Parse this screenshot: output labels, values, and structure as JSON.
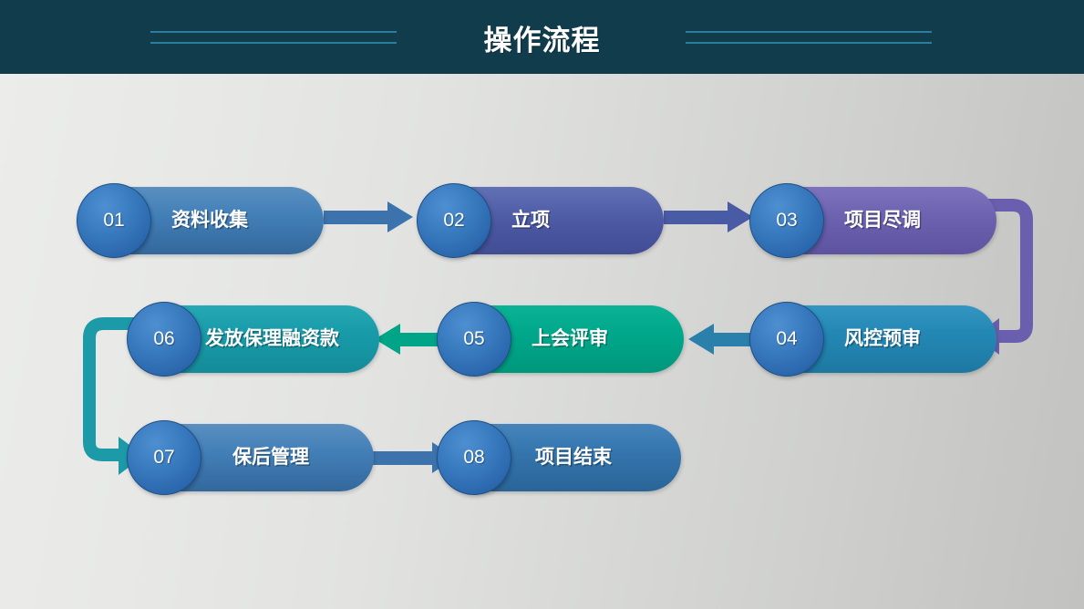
{
  "header": {
    "title": "操作流程",
    "background_color": "#103c4c",
    "line_color": "#2b7f9c",
    "decor_left_name": "decor-lines-left",
    "decor_right_name": "decor-lines-right"
  },
  "background": {
    "gradient_from": "#ecedeb",
    "gradient_to": "#c2c2c0"
  },
  "flow": {
    "steps": [
      {
        "number": "01",
        "label": "资料收集",
        "color": "#3f7cb5"
      },
      {
        "number": "02",
        "label": "立项",
        "color": "#4a5ba6"
      },
      {
        "number": "03",
        "label": "项目尽调",
        "color": "#6a5fae"
      },
      {
        "number": "04",
        "label": "风控预审",
        "color": "#2b86b2"
      },
      {
        "number": "05",
        "label": "上会评审",
        "color": "#00a487"
      },
      {
        "number": "06",
        "label": "发放保理融资款",
        "color": "#1c9aa8"
      },
      {
        "number": "07",
        "label": "保后管理",
        "color": "#3f7cb5"
      },
      {
        "number": "08",
        "label": "项目结束",
        "color": "#3173ac"
      }
    ],
    "connectors": [
      {
        "name": "arrow-01-to-02",
        "from": "01",
        "to": "02",
        "direction": "right",
        "color": "#3d73ad"
      },
      {
        "name": "arrow-02-to-03",
        "from": "02",
        "to": "03",
        "direction": "right",
        "color": "#4a5ba6"
      },
      {
        "name": "elbow-03-to-04",
        "from": "03",
        "to": "04",
        "direction": "down-left",
        "color": "#6a5fae"
      },
      {
        "name": "arrow-04-to-05",
        "from": "04",
        "to": "05",
        "direction": "left",
        "color": "#2b7fab"
      },
      {
        "name": "arrow-05-to-06",
        "from": "05",
        "to": "06",
        "direction": "left",
        "color": "#00a487"
      },
      {
        "name": "elbow-06-to-07",
        "from": "06",
        "to": "07",
        "direction": "down-right",
        "color": "#1c9aa8"
      },
      {
        "name": "arrow-07-to-08",
        "from": "07",
        "to": "08",
        "direction": "right",
        "color": "#3d73ad"
      }
    ]
  }
}
